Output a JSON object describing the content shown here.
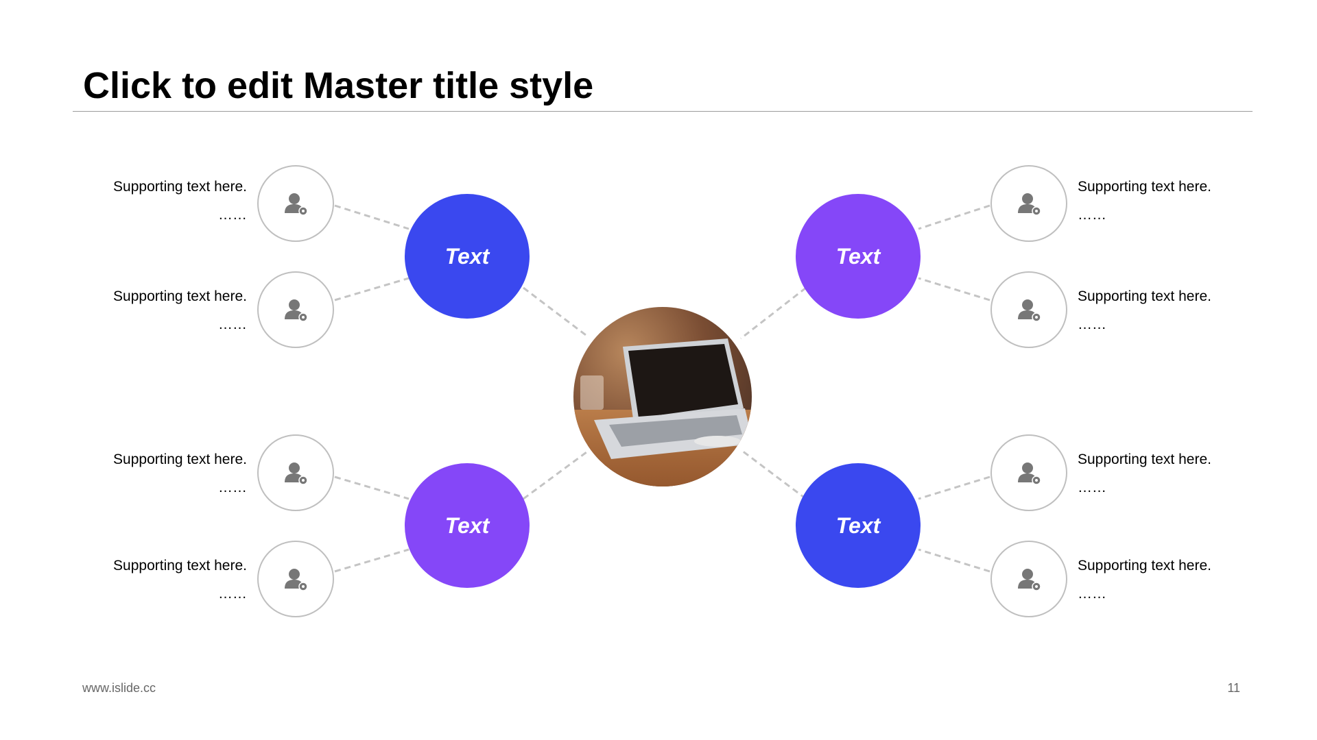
{
  "title": "Click to edit Master title style",
  "footer": {
    "url": "www.islide.cc",
    "page_number": "11"
  },
  "colors": {
    "blue": "#3a48ef",
    "purple": "#8547f8",
    "leaf_border": "#bfbfbf",
    "icon": "#777777",
    "dash": "#c4c4c4"
  },
  "center": {
    "image": "laptop-on-desk-photo"
  },
  "hubs": [
    {
      "label": "Text",
      "color": "#3a48ef"
    },
    {
      "label": "Text",
      "color": "#8547f8"
    },
    {
      "label": "Text",
      "color": "#8547f8"
    },
    {
      "label": "Text",
      "color": "#3a48ef"
    }
  ],
  "leaves": [
    {
      "icon": "user-settings-icon",
      "line1": "Supporting  text here.",
      "line2": "……"
    },
    {
      "icon": "user-settings-icon",
      "line1": "Supporting  text here.",
      "line2": "……"
    },
    {
      "icon": "user-settings-icon",
      "line1": "Supporting  text here.",
      "line2": "……"
    },
    {
      "icon": "user-settings-icon",
      "line1": "Supporting  text here.",
      "line2": "……"
    },
    {
      "icon": "user-settings-icon",
      "line1": "Supporting  text here.",
      "line2": "……"
    },
    {
      "icon": "user-settings-icon",
      "line1": "Supporting  text here.",
      "line2": "……"
    },
    {
      "icon": "user-settings-icon",
      "line1": "Supporting  text here.",
      "line2": "……"
    },
    {
      "icon": "user-settings-icon",
      "line1": "Supporting  text here.",
      "line2": "……"
    }
  ]
}
